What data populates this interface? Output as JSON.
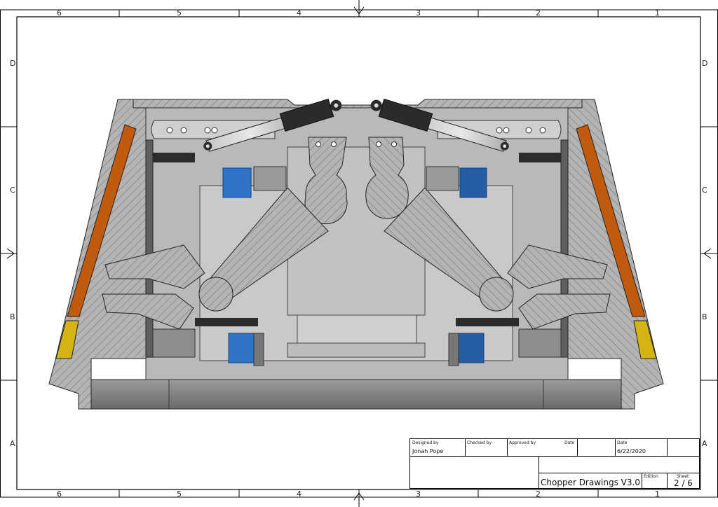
{
  "zones": {
    "columns": [
      "6",
      "5",
      "4",
      "3",
      "2",
      "1"
    ],
    "rows": [
      "D",
      "C",
      "B",
      "A"
    ]
  },
  "title_block": {
    "designed_by_label": "Designed by",
    "designed_by": "Jonah Pope",
    "checked_by_label": "Checked by",
    "approved_by_label": "Approved by",
    "date_label_1": "Date",
    "date_label_2": "Date",
    "date": "6/22/2020",
    "title": "Chopper Drawings V3.0",
    "edition_label": "Edition",
    "sheet_label": "Sheet",
    "sheet": "2 / 6"
  },
  "colors": {
    "frame": "#000000",
    "part_gray": "#a9a9a9",
    "hatch_gray": "#bdbdbd",
    "dark_gray": "#6f6f6f",
    "actuator_black": "#2b2b2b",
    "servo_blue": "#2f74c9",
    "servo_blue_dark": "#245da3",
    "orange_panel": "#c25a0e",
    "yellow_panel": "#d4b412"
  }
}
